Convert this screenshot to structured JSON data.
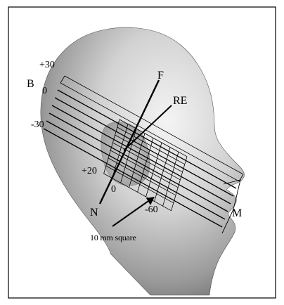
{
  "diagram": {
    "labels": {
      "b": "B",
      "f": "F",
      "re": "RE",
      "n": "N",
      "m": "M",
      "square_note": "10 mm square"
    },
    "scale_marks": {
      "plus30": "+30",
      "zero_top": "0",
      "minus30": "-30",
      "plus20": "+20",
      "zero_bottom": "0",
      "minus60": "-60"
    }
  }
}
